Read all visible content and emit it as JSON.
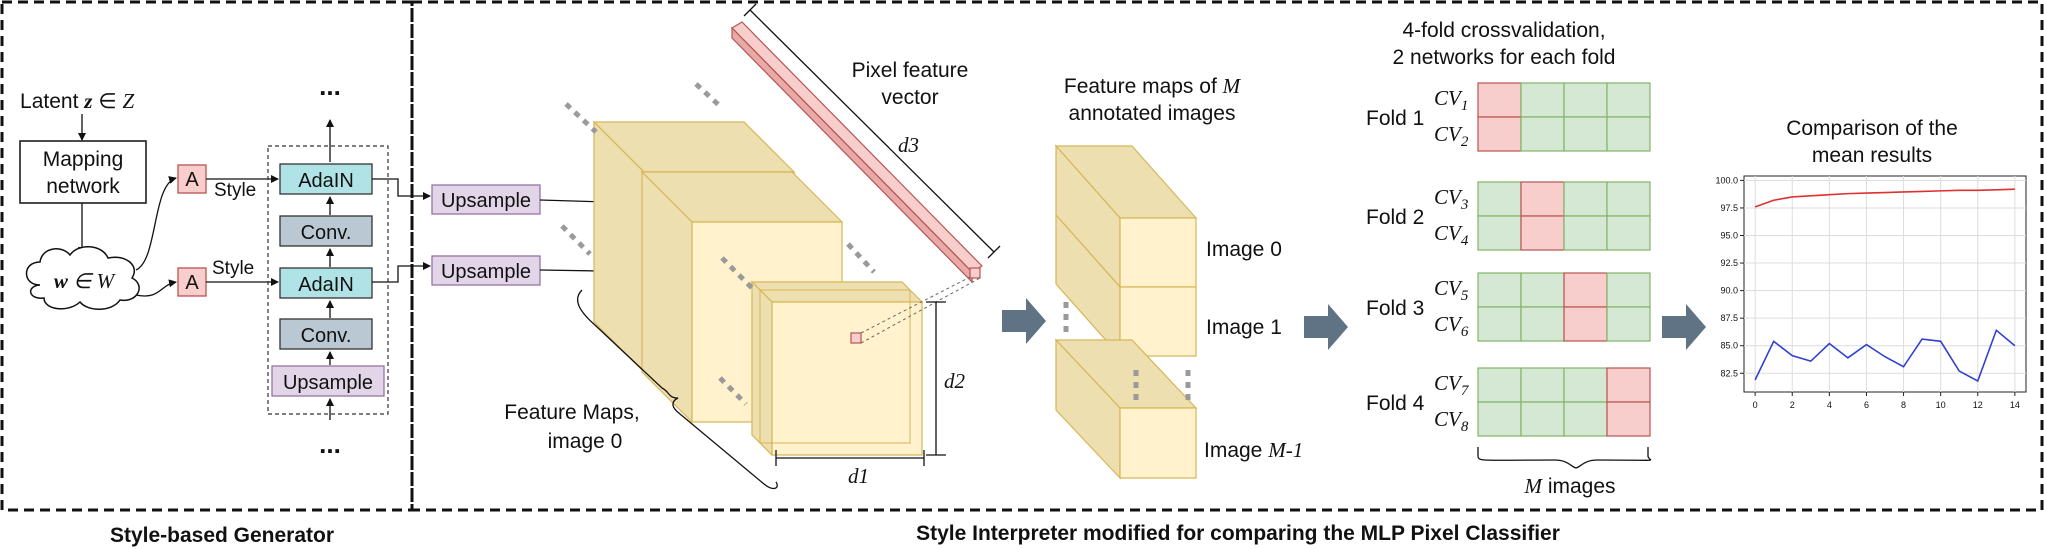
{
  "generator": {
    "caption": "Style-based Generator",
    "latent_label": "Latent z ∈ Z",
    "mapping_line1": "Mapping",
    "mapping_line2": "network",
    "w_label": "w ∈ W",
    "a_label": "A",
    "style_label": "Style",
    "adain_label": "AdaIN",
    "conv_label": "Conv.",
    "upsample_label": "Upsample",
    "dots": "..."
  },
  "interpreter": {
    "caption": "Style Interpreter modified for comparing the MLP Pixel Classifier",
    "upsample_label": "Upsample",
    "pixel_line1": "Pixel feature",
    "pixel_line2": "vector",
    "d1": "d1",
    "d2": "d2",
    "d3": "d3",
    "fm_line1": "Feature Maps,",
    "fm_line2": "image 0",
    "maps_line1": "Feature maps of M",
    "maps_line2": "annotated images",
    "image0": "Image 0",
    "image1": "Image 1",
    "imageM": "Image M-1",
    "cv_line1": "4-fold crossvalidation,",
    "cv_line2": "2 networks for each fold",
    "folds": [
      {
        "label": "Fold 1",
        "cv_a": "CV1",
        "cv_b": "CV2"
      },
      {
        "label": "Fold 2",
        "cv_a": "CV3",
        "cv_b": "CV4"
      },
      {
        "label": "Fold 3",
        "cv_a": "CV5",
        "cv_b": "CV6"
      },
      {
        "label": "Fold 4",
        "cv_a": "CV7",
        "cv_b": "CV8"
      }
    ],
    "m_images": "M images",
    "comparison_line1": "Comparison of the",
    "comparison_line2": "mean results"
  },
  "colors": {
    "pink": "#f8cecc",
    "pink_stroke": "#b85450",
    "green": "#d5e8d4",
    "green_stroke": "#82b366",
    "cyan": "#b0e3e6",
    "slate": "#bac8d3",
    "purple": "#e1d5e7",
    "cube_light": "#fff2cc",
    "cube_dark": "#eedfb0",
    "cube_stroke": "#d6b656",
    "arrow": "#5f7384"
  },
  "chart_data": {
    "type": "line",
    "x": [
      0,
      1,
      2,
      3,
      4,
      5,
      6,
      7,
      8,
      9,
      10,
      11,
      12,
      13,
      14
    ],
    "series": [
      {
        "color": "#e03030",
        "values": [
          97.6,
          98.2,
          98.5,
          98.6,
          98.7,
          98.8,
          98.85,
          98.9,
          98.95,
          99.0,
          99.05,
          99.1,
          99.1,
          99.15,
          99.2
        ]
      },
      {
        "color": "#3040d0",
        "values": [
          81.9,
          85.4,
          84.1,
          83.6,
          85.2,
          83.9,
          85.1,
          84.0,
          83.1,
          85.6,
          85.4,
          82.7,
          81.8,
          86.4,
          85.0
        ]
      }
    ],
    "xticks": [
      "0",
      "2",
      "4",
      "6",
      "8",
      "10",
      "12",
      "14"
    ],
    "yticks": [
      "82.5",
      "85.0",
      "87.5",
      "90.0",
      "92.5",
      "95.0",
      "97.5",
      "100.0"
    ],
    "xlim": [
      -0.6,
      14.6
    ],
    "ylim": [
      80.8,
      100.4
    ],
    "grid": true
  }
}
